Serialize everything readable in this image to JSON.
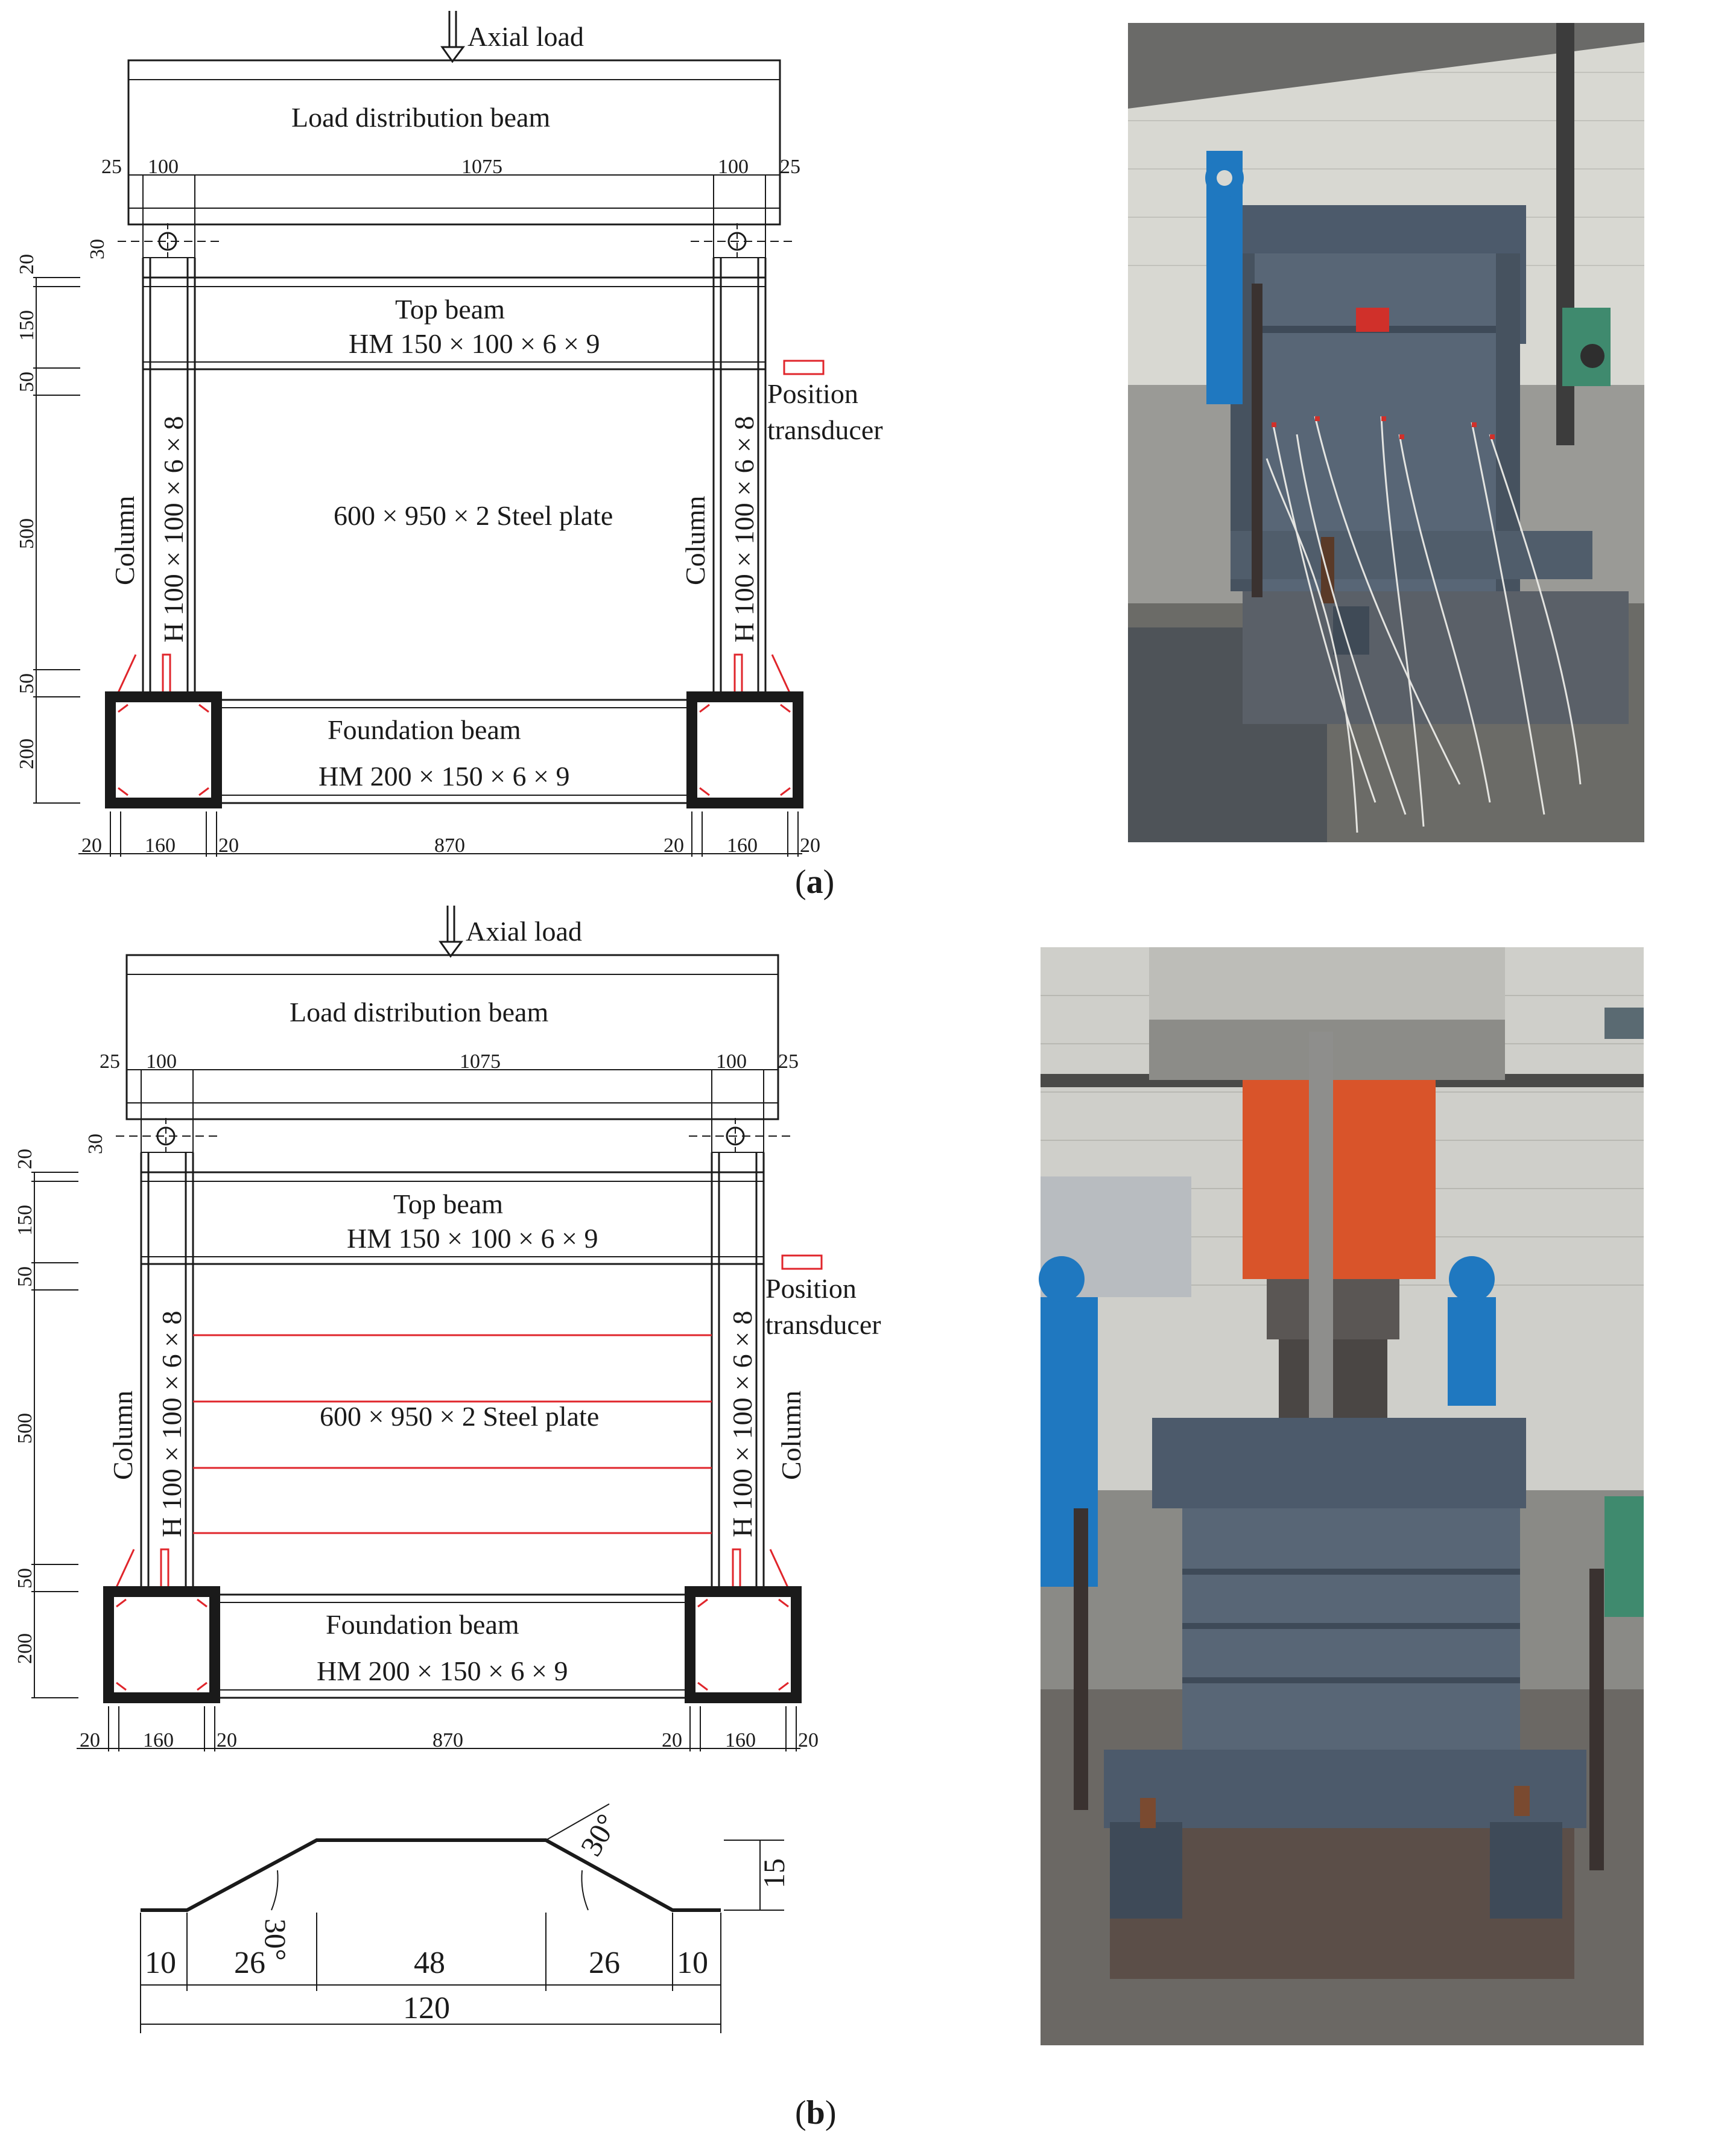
{
  "drawing_a": {
    "axial_load": "Axial load",
    "load_beam": "Load distribution beam",
    "top_dims": [
      "25",
      "100",
      "1075",
      "100",
      "25"
    ],
    "left_dims": [
      "20",
      "150",
      "50",
      "500",
      "50",
      "200"
    ],
    "dim_30": "30",
    "top_beam": "Top beam",
    "top_beam_section": "HM 150 × 100 × 6 × 9",
    "position_1": "Position",
    "position_2": "transducer",
    "column_label": "Column",
    "column_section": "H 100 × 100 × 6 × 8",
    "steel_plate": "600 × 950 × 2 Steel plate",
    "foundation_beam": "Foundation beam",
    "foundation_section": "HM 200 × 150 × 6 × 9",
    "bottom_dims": [
      "20",
      "160",
      "20",
      "870",
      "20",
      "160",
      "20"
    ],
    "caption": "a"
  },
  "drawing_b": {
    "axial_load": "Axial load",
    "load_beam": "Load distribution beam",
    "top_dims": [
      "25",
      "100",
      "1075",
      "100",
      "25"
    ],
    "left_dims": [
      "20",
      "150",
      "50",
      "500",
      "50",
      "200"
    ],
    "dim_30": "30",
    "top_beam": "Top beam",
    "top_beam_section": "HM 150 × 100 × 6 × 9",
    "position_1": "Position",
    "position_2": "transducer",
    "column_label": "Column",
    "column_section": "H 100 × 100 × 6 × 8",
    "steel_plate": "600 × 950 × 2 Steel plate",
    "foundation_beam": "Foundation beam",
    "foundation_section": "HM 200 × 150 × 6 × 9",
    "bottom_dims": [
      "20",
      "160",
      "20",
      "870",
      "20",
      "160",
      "20"
    ],
    "caption": "b"
  },
  "profile": {
    "dims": [
      "10",
      "26",
      "48",
      "26",
      "10"
    ],
    "total": "120",
    "height": "15",
    "angle_1": "30°",
    "angle_2": "30°"
  },
  "colors": {
    "line": "#1a1a1a",
    "red": "#e0252b",
    "steel_blue_gray": "#4c5a6b",
    "jack_blue": "#1f78c0",
    "jack_red": "#d9542a",
    "green_block": "#3f8a6e"
  },
  "icons": {
    "arrow": "down-arrow-icon",
    "pin": "pin-circle-icon"
  }
}
